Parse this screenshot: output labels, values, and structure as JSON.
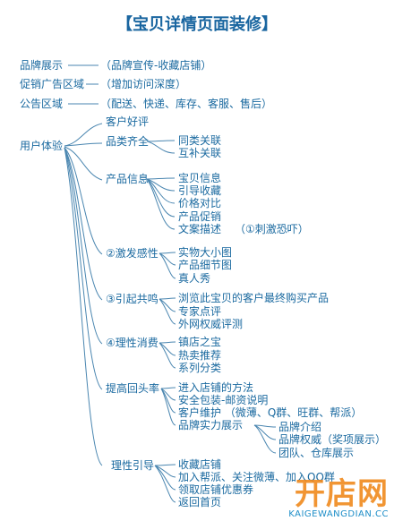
{
  "title": "【宝贝详情页面装修】",
  "sections": [
    {
      "label": "品牌展示",
      "detail": "（品牌宣传-收藏店铺）"
    },
    {
      "label": "促销广告区域",
      "detail": "（增加访问深度）"
    },
    {
      "label": "公告区域",
      "detail": "（配送、快递、库存、客服、售后）"
    }
  ],
  "user_experience": {
    "root": "用户体验",
    "branches": [
      {
        "label": "客户好评",
        "children": []
      },
      {
        "label": "品类齐全",
        "children": [
          "同类关联",
          "互补关联"
        ]
      },
      {
        "label": "产品信息",
        "children": [
          "宝贝信息",
          "引导收藏",
          "价格对比",
          "产品促销",
          "文案描述"
        ],
        "note": "（①刺激恐吓）"
      },
      {
        "label": "②激发感性",
        "children": [
          "实物大小图",
          "产品细节图",
          "真人秀"
        ]
      },
      {
        "label": "③引起共鸣",
        "children": [
          "浏览此宝贝的客户最终购买产品",
          "专家点评",
          "外网权威评测"
        ]
      },
      {
        "label": "④理性消费",
        "children": [
          "镇店之宝",
          "热卖推荐",
          "系列分类"
        ]
      },
      {
        "label": "提高回头率",
        "children": [
          "进入店铺的方法",
          "安全包装-邮资说明",
          "客户维护 （微薄、Q群、旺群、帮派）",
          "品牌实力展示"
        ],
        "subchildren": [
          "品牌介绍",
          "品牌权威（奖项展示）",
          "团队、仓库展示"
        ]
      },
      {
        "label": "理性引导",
        "children": [
          "收藏店铺",
          "加入帮派、关注微薄、加入QQ群",
          "领取店铺优惠券",
          "返回首页"
        ]
      }
    ]
  },
  "watermark": {
    "logo": "开店网",
    "url": "KAIGEWANGDIAN.CC"
  }
}
